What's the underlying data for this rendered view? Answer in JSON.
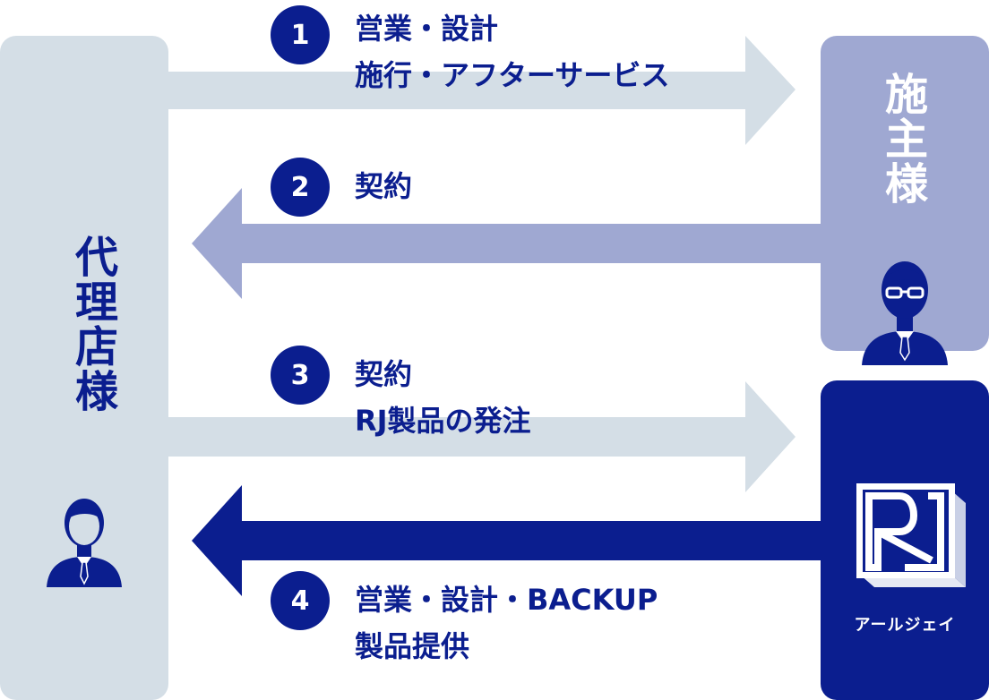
{
  "parties": {
    "agent": {
      "label": "代理店様"
    },
    "owner": {
      "label": "施主様"
    },
    "rj": {
      "caption": "アールジェイ"
    }
  },
  "steps": [
    {
      "number": "1",
      "line1": "営業・設計",
      "line2": "施行・アフターサービス"
    },
    {
      "number": "2",
      "line1": "契約"
    },
    {
      "number": "3",
      "line1": "契約",
      "line2": "RJ製品の発注"
    },
    {
      "number": "4",
      "line1": "営業・設計・BACKUP",
      "line2": "製品提供"
    }
  ],
  "colors": {
    "light_gray_blue": "#d4dee6",
    "periwinkle": "#9fa8d2",
    "navy": "#0b1e8f"
  }
}
